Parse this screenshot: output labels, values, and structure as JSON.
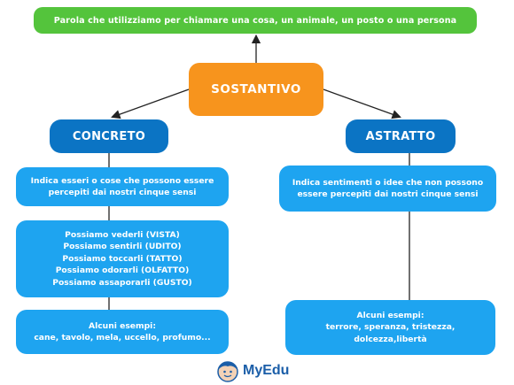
{
  "definition": "Parola che utilizziamo per chiamare una cosa, un animale, un posto o una persona",
  "root": "SOSTANTIVO",
  "concreto": {
    "title": "CONCRETO",
    "description": [
      "Indica esseri o cose che possono essere",
      "percepiti dai nostri cinque sensi"
    ],
    "senses": [
      "Possiamo vederli (VISTA)",
      "Possiamo sentirli (UDITO)",
      "Possiamo toccarli (TATTO)",
      "Possiamo odorarli (OLFATTO)",
      "Possiamo assaporarli (GUSTO)"
    ],
    "examples_title": "Alcuni esempi:",
    "examples": "cane, tavolo, mela, uccello, profumo..."
  },
  "astratto": {
    "title": "ASTRATTO",
    "description": [
      "Indica sentimenti o idee che non possono",
      "essere percepiti dai nostri cinque sensi"
    ],
    "examples_title": "Alcuni esempi:",
    "examples": [
      "terrore, speranza, tristezza,",
      "dolcezza,libertà"
    ]
  },
  "logo": {
    "text": "MyEdu",
    "icon": "myedu-face-logo"
  },
  "colors": {
    "definition": "#54c43c",
    "root": "#f7941d",
    "category": "#0b74c4",
    "box": "#1ea4f0",
    "line": "#222222"
  }
}
